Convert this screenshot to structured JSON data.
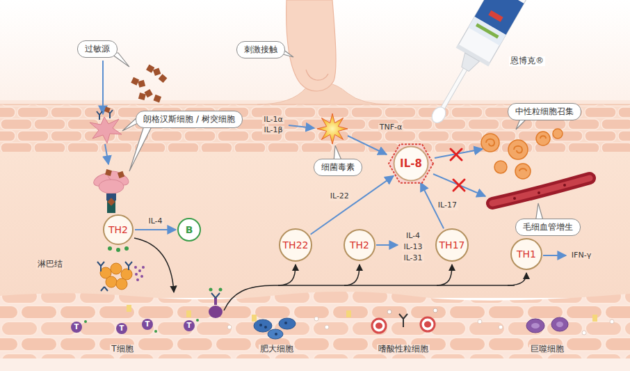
{
  "diagram": {
    "nodes": [
      {
        "text": [
          "过敏源"
        ]
      },
      {
        "text": [
          "刺激接触"
        ]
      },
      {
        "text": [
          "朗格汉斯细胞 / 树突细胞"
        ]
      },
      {
        "text": [
          "中性粒细胞召集"
        ]
      },
      {
        "text": [
          "细菌毒素"
        ]
      },
      {
        "text": [
          "IL-8"
        ]
      },
      {
        "text": [
          "毛细血管增生"
        ]
      },
      {
        "text": [
          "TH2"
        ]
      },
      {
        "text": [
          "B"
        ]
      },
      {
        "text": [
          "TH22"
        ]
      },
      {
        "text": [
          "TH2"
        ]
      },
      {
        "text": [
          "TH17"
        ]
      },
      {
        "text": [
          "TH1"
        ]
      }
    ],
    "edges": [
      {
        "from": 7,
        "to": 8,
        "arrow": "to",
        "label": "IL-4"
      },
      {
        "from": 9,
        "to": 5,
        "arrow": "to",
        "label": "IL-22"
      },
      {
        "from": 11,
        "to": 5,
        "arrow": "to",
        "label": "IL-17"
      }
    ],
    "labels": [
      "恩博克®",
      "IL-1α",
      "IL-1β",
      "TNF-α",
      "淋巴结",
      "IL-4",
      "IL-13",
      "IL-31",
      "IFN-γ",
      "T",
      "T",
      "T",
      "T",
      "T细胞",
      "肥大细胞",
      "嗜酸性粒细胞",
      "巨噬细胞"
    ]
  }
}
